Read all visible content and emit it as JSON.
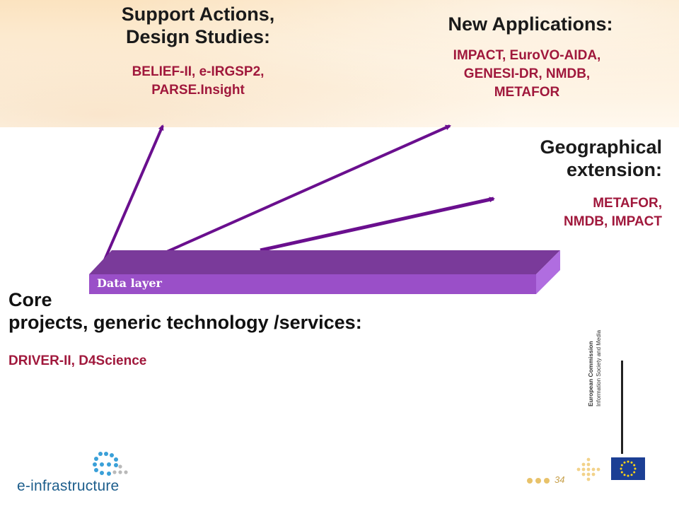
{
  "support": {
    "title": "Support Actions,\nDesign Studies:",
    "projects": "BELIEF-II, e-IRGSP2,\nPARSE.Insight"
  },
  "new_applications": {
    "title": "New Applications:",
    "projects": "IMPACT, EuroVO-AIDA,\nGENESI-DR, NMDB,\nMETAFOR"
  },
  "geographical": {
    "title": "Geographical\nextension:",
    "projects": "METAFOR,\nNMDB, IMPACT"
  },
  "core": {
    "title": "Core\nprojects, generic technology /services:",
    "projects": "DRIVER-II, D4Science"
  },
  "data_layer": {
    "label": "Data layer"
  },
  "footer": {
    "logo_text": "e-infrastructure",
    "page_number": "34",
    "ec_line1": "European Commission",
    "ec_line2": "Information Society and Media"
  },
  "colors": {
    "arrow": "#6a0f8e",
    "project_text": "#a0183c",
    "layer_front": "#9a4fc8",
    "layer_top": "#7a3a9a",
    "logo_blue": "#1d5e8c"
  }
}
